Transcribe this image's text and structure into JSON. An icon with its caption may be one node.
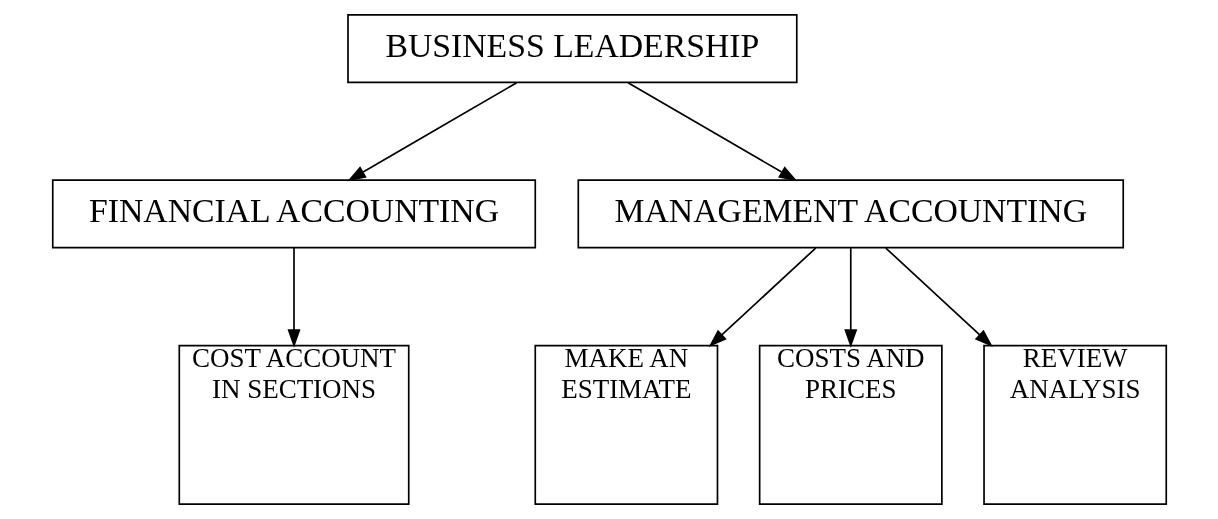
{
  "diagram": {
    "nodes": [
      {
        "text": [
          "BUSINESS LEADERSHIP"
        ]
      },
      {
        "text": [
          "FINANCIAL ACCOUNTING"
        ]
      },
      {
        "text": [
          "MANAGEMENT ACCOUNTING"
        ]
      },
      {
        "text": [
          "COST ACCOUNT IN SECTIONS"
        ]
      },
      {
        "text": [
          "MAKE AN ESTIMATE"
        ]
      },
      {
        "text": [
          "COSTS AND PRICES"
        ]
      },
      {
        "text": [
          "REVIEW ANALYSIS"
        ]
      }
    ],
    "edges": [
      {
        "from": 0,
        "to": 1,
        "arrow": "to"
      },
      {
        "from": 0,
        "to": 2,
        "arrow": "to"
      },
      {
        "from": 1,
        "to": 3,
        "arrow": "to"
      },
      {
        "from": 2,
        "to": 4,
        "arrow": "to"
      },
      {
        "from": 2,
        "to": 5,
        "arrow": "to"
      },
      {
        "from": 2,
        "to": 6,
        "arrow": "to"
      }
    ]
  }
}
